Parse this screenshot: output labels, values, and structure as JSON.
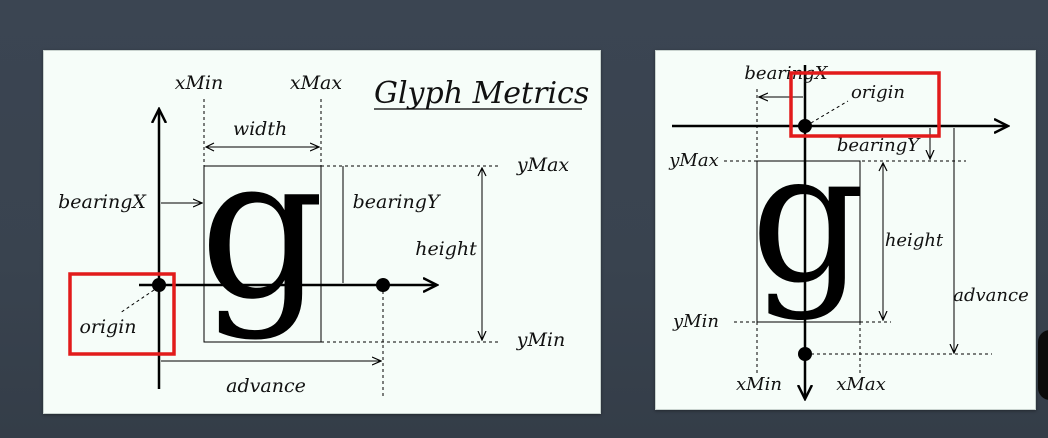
{
  "left_diagram": {
    "title": "Glyph Metrics",
    "glyph": "g",
    "labels": {
      "xmin": "xMin",
      "xmax": "xMax",
      "width": "width",
      "bearing_x": "bearingX",
      "bearing_y": "bearingY",
      "ymax": "yMax",
      "ymin": "yMin",
      "height": "height",
      "origin": "origin",
      "advance": "advance"
    },
    "highlight_color": "#e21b1b"
  },
  "right_diagram": {
    "glyph": "g",
    "labels": {
      "bearing_x": "bearingX",
      "origin": "origin",
      "bearing_y": "bearingY",
      "ymax": "yMax",
      "height": "height",
      "advance": "advance",
      "ymin": "yMin",
      "xmin": "xMin",
      "xmax": "xMax"
    },
    "highlight_color": "#e21b1b"
  }
}
